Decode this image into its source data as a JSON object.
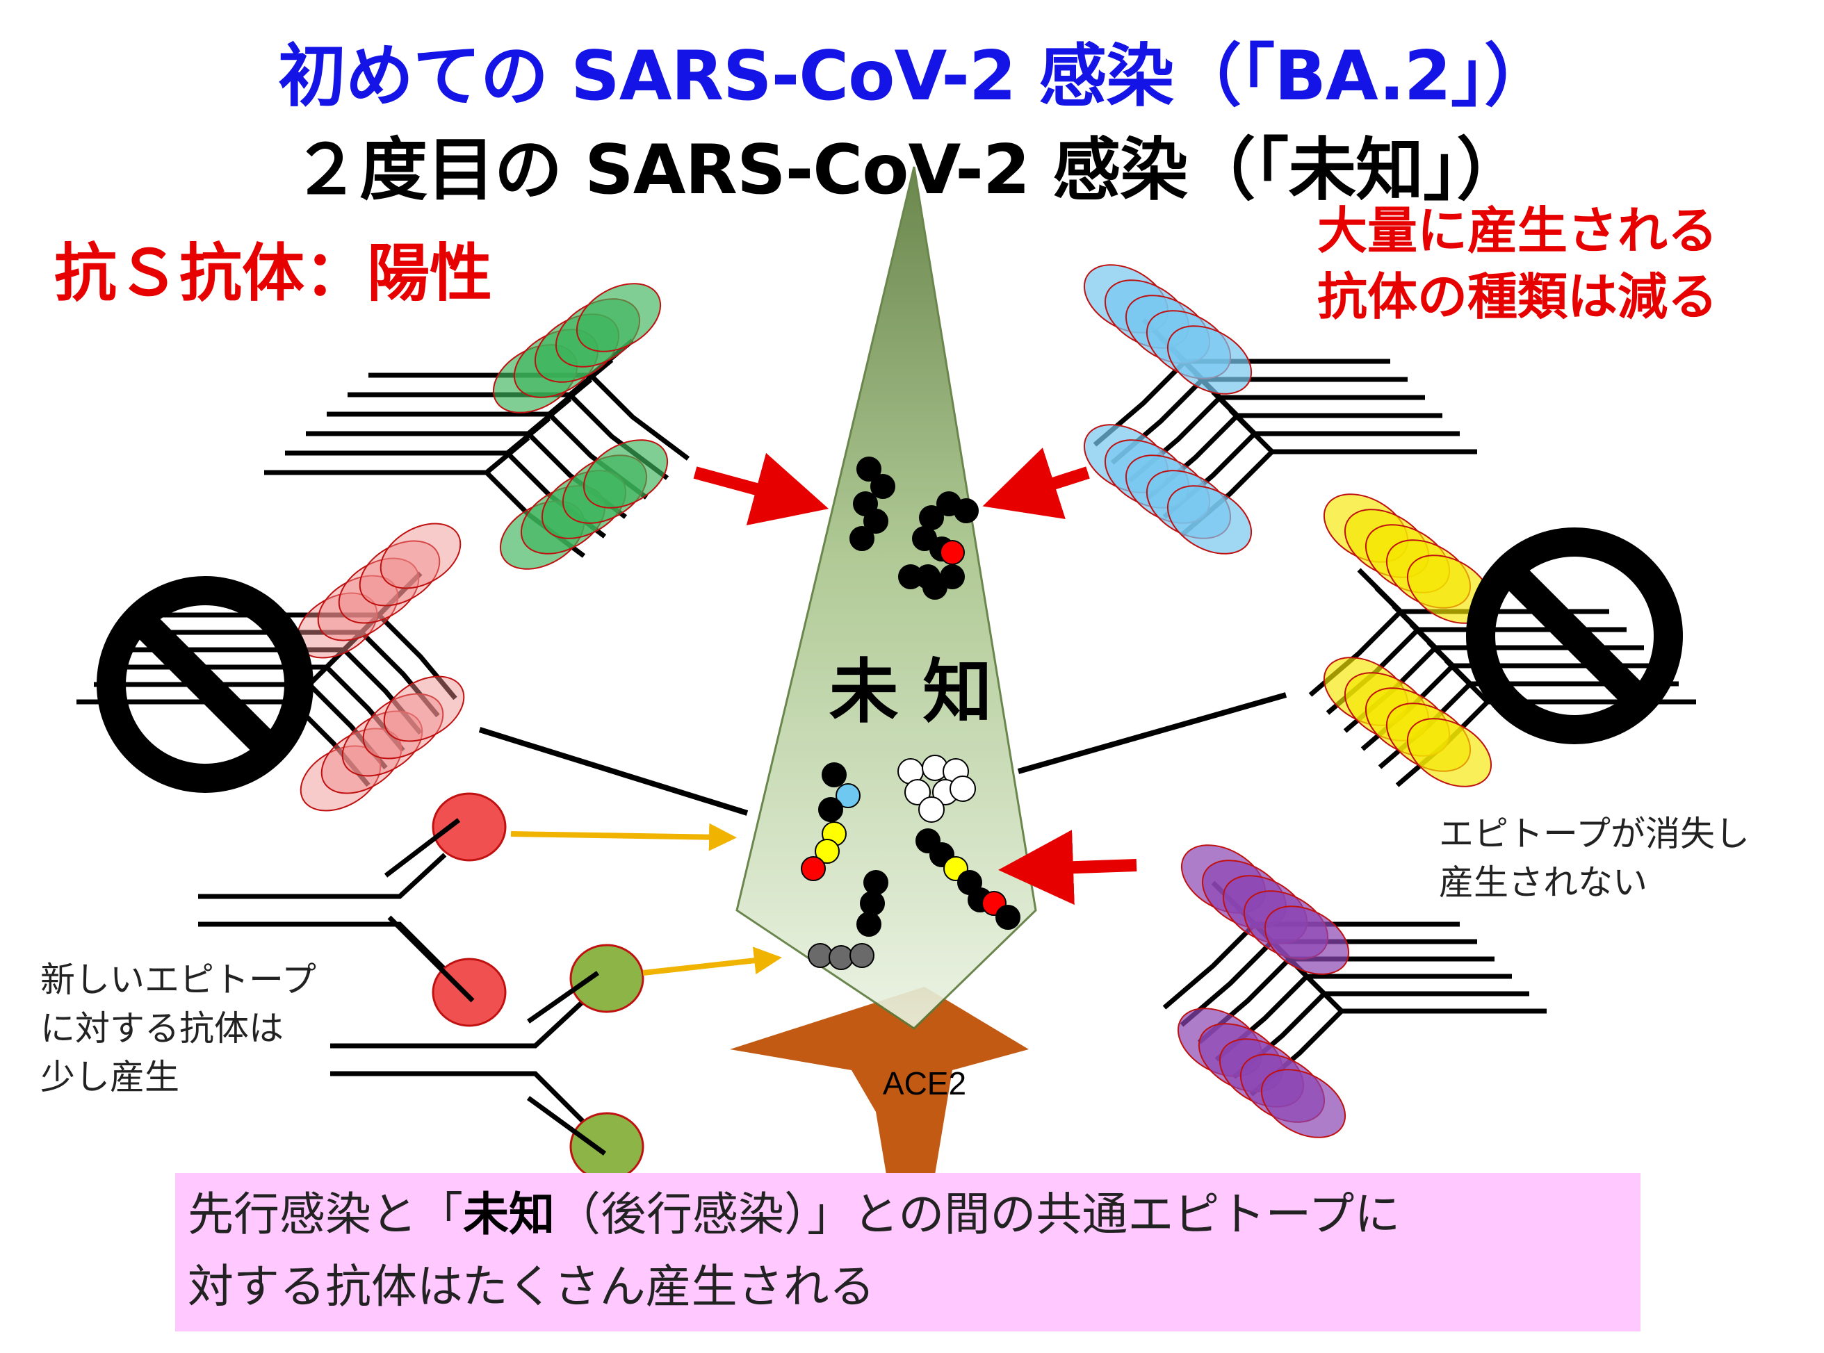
{
  "title": {
    "line1": "初めての SARS-CoV-2 感染（「BA.2」）",
    "line2": "２度目の SARS-CoV-2 感染（「未知」）"
  },
  "labels": {
    "anti_s": "抗Ｓ抗体：陽性",
    "fewer_types_line1": "大量に産生される",
    "fewer_types_line2": "抗体の種類は減る",
    "epitope_lost_line1": "エピトープが消失し",
    "epitope_lost_line2": "産生されない",
    "new_epitope_line1": "新しいエピトープ",
    "new_epitope_line2": "に対する抗体は",
    "new_epitope_line3": "少し産生",
    "unknown": "未 知",
    "receptor": "ACE2"
  },
  "bottom": {
    "part1": "先行感染と「",
    "bold": "未知",
    "part2": "（後行感染）」との間の共通エピトープに",
    "line2": "対する抗体はたくさん産生される"
  },
  "colors": {
    "title_blue": "#1414e6",
    "alert_red": "#e60000",
    "green_antibody": "#3cb45a",
    "pink_antibody": "#f08c8c",
    "blue_antibody": "#78c8f0",
    "yellow_antibody": "#f5e600",
    "purple_antibody": "#8c46b4",
    "olive_antibody": "#8cb446",
    "red_antibody": "#f05050",
    "ace2": "#c25a14",
    "bottom_box": "#ffc8ff"
  },
  "icons": [
    "no-entry-icon",
    "arrow-icon"
  ]
}
